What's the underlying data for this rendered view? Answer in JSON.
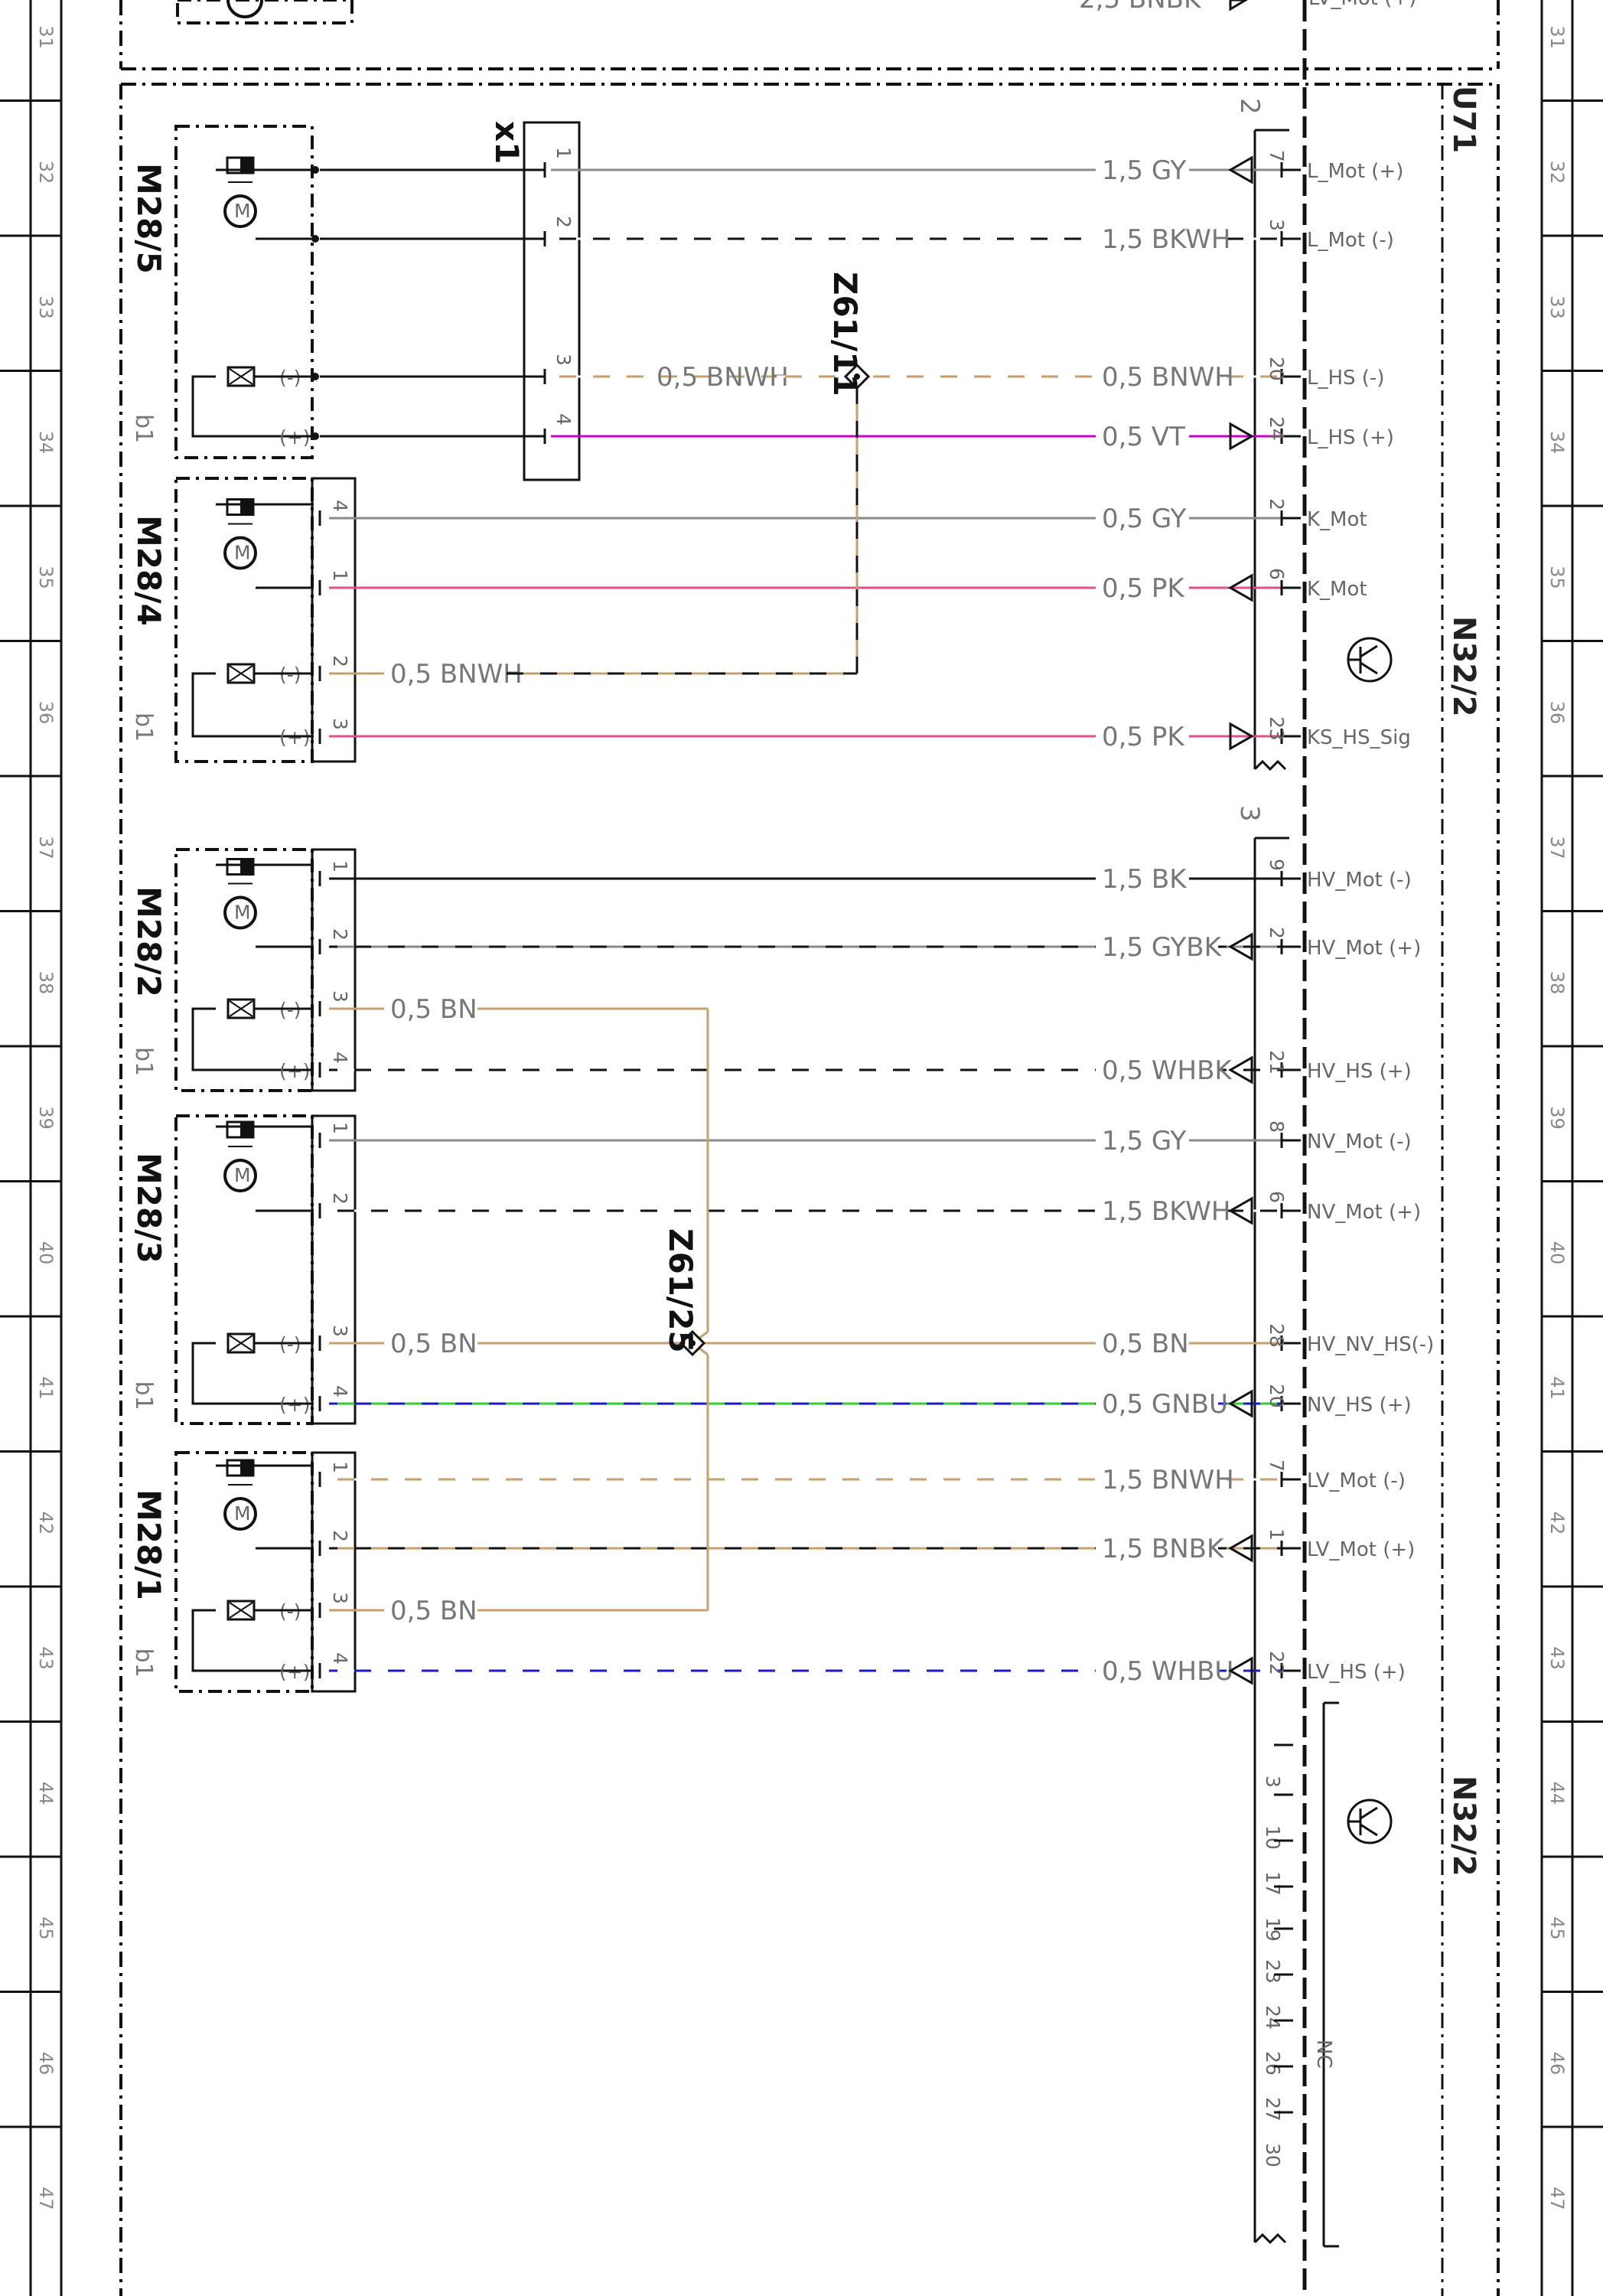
{
  "colors": {
    "BK": "#111111",
    "GY": "#8a8a8a",
    "BN": "#c8a06e",
    "VT": "#cc00cc",
    "PK": "#e0508a",
    "WH": "#ffffff",
    "GN": "#33cc33",
    "BU": "#1a1acc",
    "black": "#111111",
    "dash": "#111111",
    "text": "#777777"
  },
  "row_numbers": [
    "31",
    "32",
    "33",
    "34",
    "35",
    "36",
    "37",
    "38",
    "39",
    "40",
    "41",
    "42",
    "43",
    "44",
    "45",
    "46",
    "47"
  ],
  "top_partial_label": "2,5 BNBK",
  "top_partial_pin": "LV_Mot (+)",
  "unit_label": "U71",
  "module_label": "N32/2",
  "module_label_lower": "N32/2",
  "connector_x1": "x1",
  "connector_numbers": [
    "2",
    "3"
  ],
  "nc_label": "NC",
  "nc_pins": [
    "3",
    "10",
    "17",
    "19",
    "23",
    "24",
    "26",
    "27",
    "30"
  ],
  "splices": [
    {
      "id": "z61_11",
      "label": "Z61/11"
    },
    {
      "id": "z61_25",
      "label": "Z61/25"
    }
  ],
  "components": [
    {
      "id": "m28_5",
      "label": "M28/5",
      "b1": "b1"
    },
    {
      "id": "m28_4",
      "label": "M28/4",
      "b1": "b1"
    },
    {
      "id": "m28_2",
      "label": "M28/2",
      "b1": "b1"
    },
    {
      "id": "m28_3",
      "label": "M28/3",
      "b1": "b1"
    },
    {
      "id": "m28_1",
      "label": "M28/1",
      "b1": "b1"
    }
  ],
  "pole_labels": {
    "minus": "(-)",
    "plus": "(+)"
  },
  "x1_pins": [
    "1",
    "2",
    "3",
    "4"
  ],
  "wires": [
    {
      "id": "w1",
      "comp_pin": "",
      "label": "1,5 GY",
      "colors": [
        "GY"
      ],
      "ecu_pin": "7",
      "ecu_label": "L_Mot (+)",
      "arrow": "left"
    },
    {
      "id": "w2",
      "comp_pin": "",
      "label": "1,5 BKWH",
      "colors": [
        "BK",
        "WH"
      ],
      "ecu_pin": "3",
      "ecu_label": "L_Mot (-)",
      "arrow": "none"
    },
    {
      "id": "w3",
      "comp_pin": "",
      "label": "0,5 BNWH",
      "colors": [
        "BN",
        "WH"
      ],
      "ecu_pin": "20",
      "ecu_label": "L_HS (-)",
      "arrow": "none"
    },
    {
      "id": "w4",
      "comp_pin": "",
      "label": "0,5 VT",
      "colors": [
        "VT"
      ],
      "ecu_pin": "24",
      "ecu_label": "L_HS (+)",
      "arrow": "right"
    },
    {
      "id": "w5",
      "comp_pin": "4",
      "label": "0,5 GY",
      "colors": [
        "GY"
      ],
      "ecu_pin": "2",
      "ecu_label": "K_Mot",
      "arrow": "none"
    },
    {
      "id": "w6",
      "comp_pin": "1",
      "label": "0,5 PK",
      "colors": [
        "PK"
      ],
      "ecu_pin": "6",
      "ecu_label": "K_Mot",
      "arrow": "left"
    },
    {
      "id": "w7",
      "comp_pin": "3",
      "label": "0,5 PK",
      "colors": [
        "PK"
      ],
      "ecu_pin": "23",
      "ecu_label": "KS_HS_Sig",
      "arrow": "right"
    },
    {
      "id": "w8",
      "comp_pin": "1",
      "label": "1,5 BK",
      "colors": [
        "BK"
      ],
      "ecu_pin": "9",
      "ecu_label": "HV_Mot (-)",
      "arrow": "none"
    },
    {
      "id": "w9",
      "comp_pin": "2",
      "label": "1,5 GYBK",
      "colors": [
        "GY",
        "BK"
      ],
      "ecu_pin": "2",
      "ecu_label": "HV_Mot (+)",
      "arrow": "left"
    },
    {
      "id": "w10",
      "comp_pin": "4",
      "label": "0,5 WHBK",
      "colors": [
        "WH",
        "BK"
      ],
      "ecu_pin": "21",
      "ecu_label": "HV_HS (+)",
      "arrow": "left"
    },
    {
      "id": "w11",
      "comp_pin": "1",
      "label": "1,5 GY",
      "colors": [
        "GY"
      ],
      "ecu_pin": "8",
      "ecu_label": "NV_Mot (-)",
      "arrow": "none"
    },
    {
      "id": "w12",
      "comp_pin": "2",
      "label": "1,5 BKWH",
      "colors": [
        "BK",
        "WH"
      ],
      "ecu_pin": "6",
      "ecu_label": "NV_Mot (+)",
      "arrow": "left"
    },
    {
      "id": "w13",
      "comp_pin": "",
      "label": "0,5 BN",
      "colors": [
        "BN"
      ],
      "ecu_pin": "28",
      "ecu_label": "HV_NV_HS(-)",
      "arrow": "none"
    },
    {
      "id": "w14",
      "comp_pin": "4",
      "label": "0,5 GNBU",
      "colors": [
        "GN",
        "BU"
      ],
      "ecu_pin": "20",
      "ecu_label": "NV_HS (+)",
      "arrow": "left"
    },
    {
      "id": "w15",
      "comp_pin": "1",
      "label": "1,5 BNWH",
      "colors": [
        "BN",
        "WH"
      ],
      "ecu_pin": "7",
      "ecu_label": "LV_Mot (-)",
      "arrow": "none"
    },
    {
      "id": "w16",
      "comp_pin": "2",
      "label": "1,5 BNBK",
      "colors": [
        "BN",
        "BK"
      ],
      "ecu_pin": "1",
      "ecu_label": "LV_Mot (+)",
      "arrow": "left"
    },
    {
      "id": "w17",
      "comp_pin": "4",
      "label": "0,5 WHBU",
      "colors": [
        "WH",
        "BU"
      ],
      "ecu_pin": "22",
      "ecu_label": "LV_HS (+)",
      "arrow": "left"
    }
  ],
  "branch_labels": [
    {
      "id": "b_m28_4_2",
      "comp_pin": "2",
      "label": "0,5 BNWH"
    },
    {
      "id": "b_m28_2_3",
      "comp_pin": "3",
      "label": "0,5 BN"
    },
    {
      "id": "b_m28_3_3",
      "comp_pin": "3",
      "label": "0,5 BN"
    },
    {
      "id": "b_m28_1_3",
      "comp_pin": "3",
      "label": "0,5 BN"
    }
  ],
  "m28_3_pin3": "3",
  "m28_5_pins": [
    "1",
    "2",
    "3",
    "4"
  ]
}
